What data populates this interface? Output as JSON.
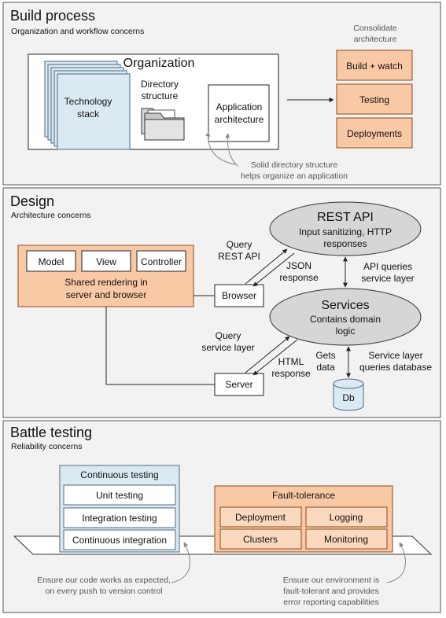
{
  "colors": {
    "section_bg": "#f2f2f2",
    "orange": "#f9c9a5",
    "orange_border": "#8a4b1a",
    "blue": "#dbe9f3",
    "blue_border": "#4a6a82",
    "ellipse": "#d6d6d6",
    "line": "#222222",
    "note_line": "#888888"
  },
  "build": {
    "title": "Build process",
    "subtitle": "Organization and workflow concerns",
    "organization_label": "Organization",
    "technology_stack": [
      "Technology",
      "stack"
    ],
    "directory_structure": [
      "Directory",
      "structure"
    ],
    "application_architecture": [
      "Application",
      "architecture"
    ],
    "consolidate": [
      "Consolidate",
      "architecture"
    ],
    "build_watch": "Build + watch",
    "testing": "Testing",
    "deployments": "Deployments",
    "note": [
      "Solid directory structure",
      "helps organize an application"
    ]
  },
  "design": {
    "title": "Design",
    "subtitle": "Architecture concerns",
    "model": "Model",
    "view": "View",
    "controller": "Controller",
    "shared_rendering": [
      "Shared rendering in",
      "server and browser"
    ],
    "browser": "Browser",
    "server": "Server",
    "rest_api_title": "REST API",
    "rest_api_desc": [
      "Input sanitizing, HTTP",
      "responses"
    ],
    "services_title": "Services",
    "services_desc": [
      "Contains domain",
      "logic"
    ],
    "db": "Db",
    "query_rest_api": [
      "Query",
      "REST API"
    ],
    "json_response": [
      "JSON",
      "response"
    ],
    "api_queries": [
      "API queries",
      "service layer"
    ],
    "query_service": [
      "Query",
      "service layer"
    ],
    "html_response": [
      "HTML",
      "response"
    ],
    "gets_data": [
      "Gets",
      "data"
    ],
    "service_db": [
      "Service layer",
      "queries database"
    ]
  },
  "battle": {
    "title": "Battle testing",
    "subtitle": "Reliability concerns",
    "continuous_testing": "Continuous testing",
    "unit_testing": "Unit testing",
    "integration_testing": "Integration testing",
    "continuous_integration": "Continuous integration",
    "fault_tolerance": "Fault-tolerance",
    "deployment": "Deployment",
    "logging": "Logging",
    "clusters": "Clusters",
    "monitoring": "Monitoring",
    "note_left": [
      "Ensure our code works as expected,",
      "on every push to version control"
    ],
    "note_right": [
      "Ensure our environment is",
      "fault-tolerant and provides",
      "error reporting capabilities"
    ]
  }
}
